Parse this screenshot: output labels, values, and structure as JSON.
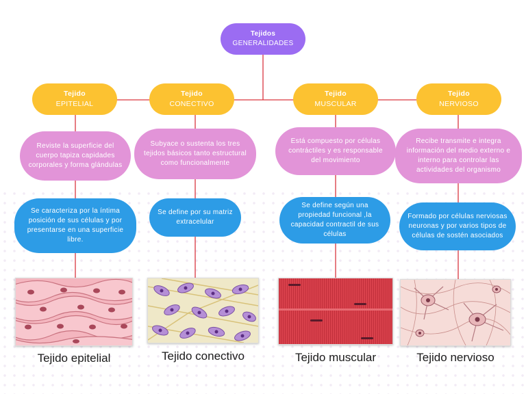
{
  "root": {
    "line1": "Tejidos",
    "line2": "GENERALIDADES"
  },
  "colors": {
    "root": "#9b6cf2",
    "category": "#fcc231",
    "description": "#e294d8",
    "definition": "#2d9ce6",
    "connector": "#d9363e"
  },
  "categories": [
    {
      "line1": "Tejido",
      "line2": "EPITELIAL",
      "description": "Reviste la superficie del cuerpo tapiza capidades corporales y forma glándulas",
      "definition": "Se caracteriza por la íntima posición de sus células y por presentarse en una superficie libre.",
      "caption": "Tejido epitelial"
    },
    {
      "line1": "Tejido",
      "line2": "CONECTIVO",
      "description": "Subyace o sustenta los tres tejidos básicos tanto estructural como funcionalmente",
      "definition": "Se define por su matriz extracelular",
      "caption": "Tejido conectivo"
    },
    {
      "line1": "Tejido",
      "line2": "MUSCULAR",
      "description": "Está compuesto por células contráctiles y es responsable del movimiento",
      "definition": "Se define según una propiedad funcional ,la capacidad contractil de sus células",
      "caption": "Tejido muscular"
    },
    {
      "line1": "Tejido",
      "line2": "NERVIOSO",
      "description": "Recibe transmite e integra información del medio externo e interno para controlar las actividades del organismo",
      "definition": "Formado por células nerviosas neuronas y por varios tipos de células de sostén asociados",
      "caption": "Tejido nervioso"
    }
  ]
}
